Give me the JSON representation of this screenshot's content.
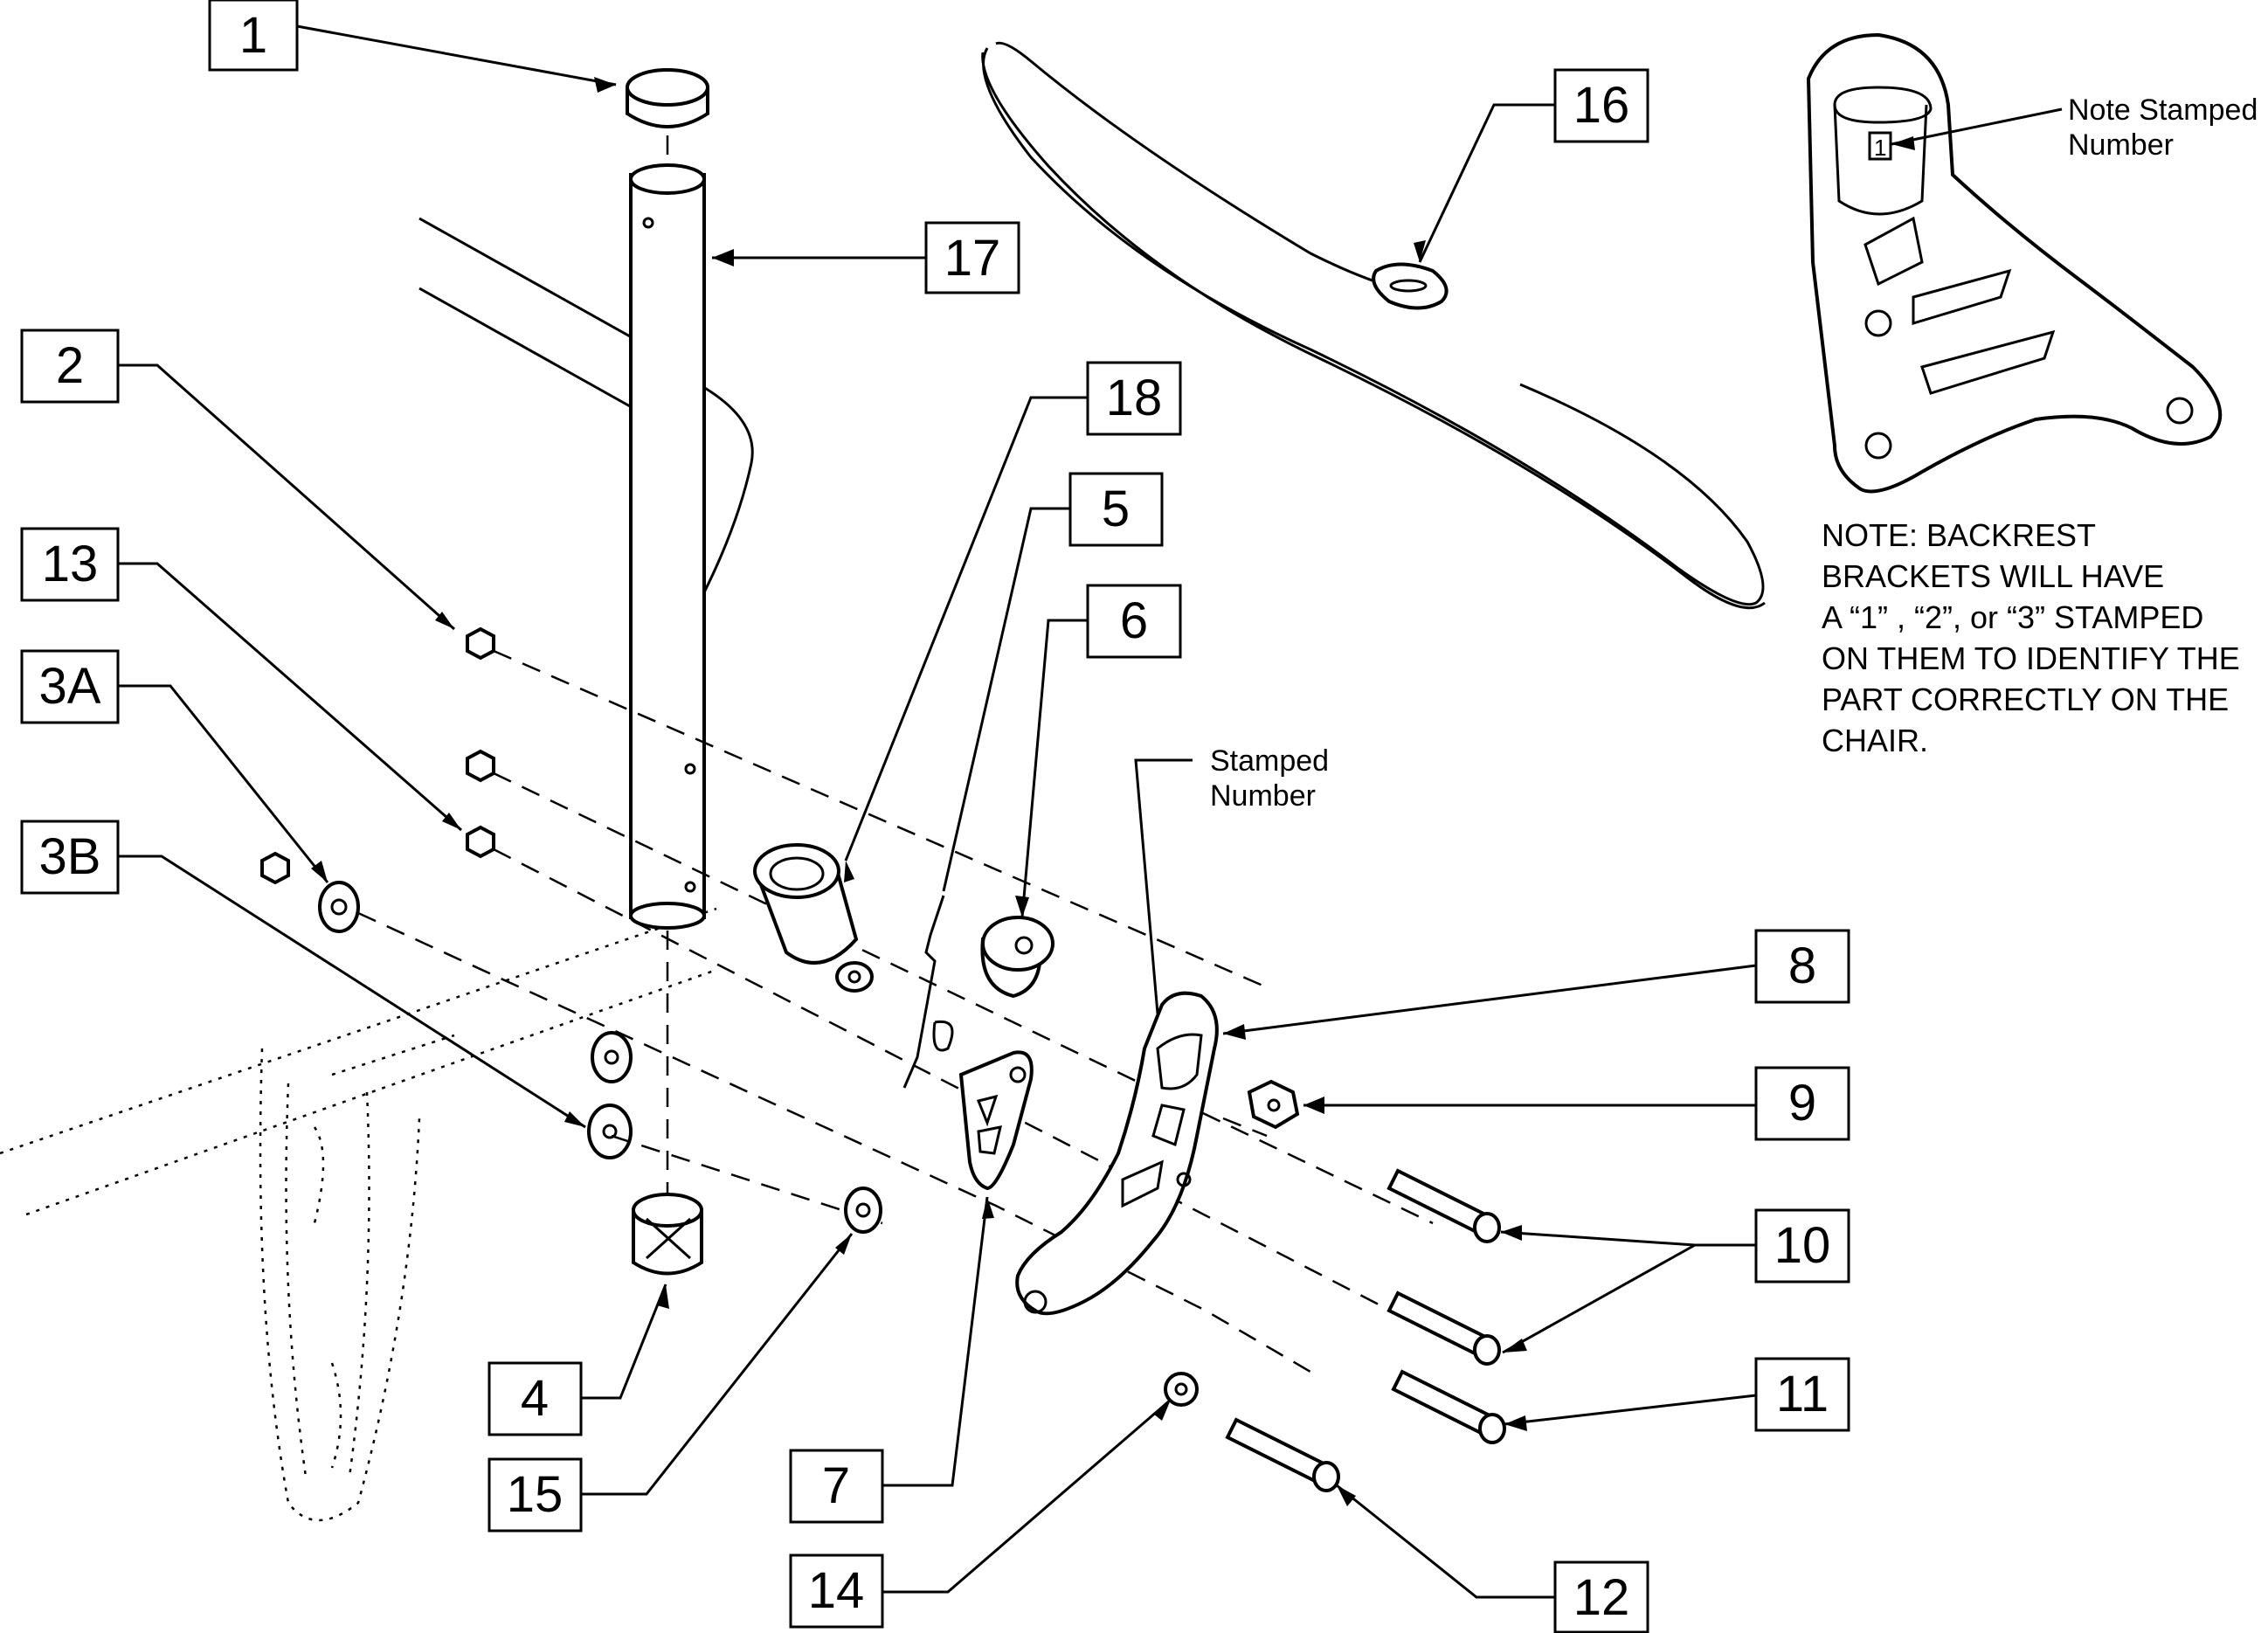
{
  "callouts": {
    "c1": "1",
    "c2": "2",
    "c3a": "3A",
    "c3b": "3B",
    "c4": "4",
    "c5": "5",
    "c6": "6",
    "c7": "7",
    "c8": "8",
    "c9": "9",
    "c10": "10",
    "c11": "11",
    "c12": "12",
    "c13": "13",
    "c14": "14",
    "c15": "15",
    "c16": "16",
    "c17": "17",
    "c18": "18"
  },
  "labels": {
    "stamped_number": [
      "Stamped",
      "Number"
    ],
    "note_stamped_number": [
      "Note Stamped",
      "Number"
    ],
    "inset_stamp": "1"
  },
  "note": {
    "lines": [
      "NOTE: BACKREST",
      "BRACKETS WILL HAVE",
      "A “1” , “2”, or “3” STAMPED",
      "ON THEM TO IDENTIFY THE",
      "PART CORRECTLY ON THE",
      "CHAIR."
    ]
  }
}
